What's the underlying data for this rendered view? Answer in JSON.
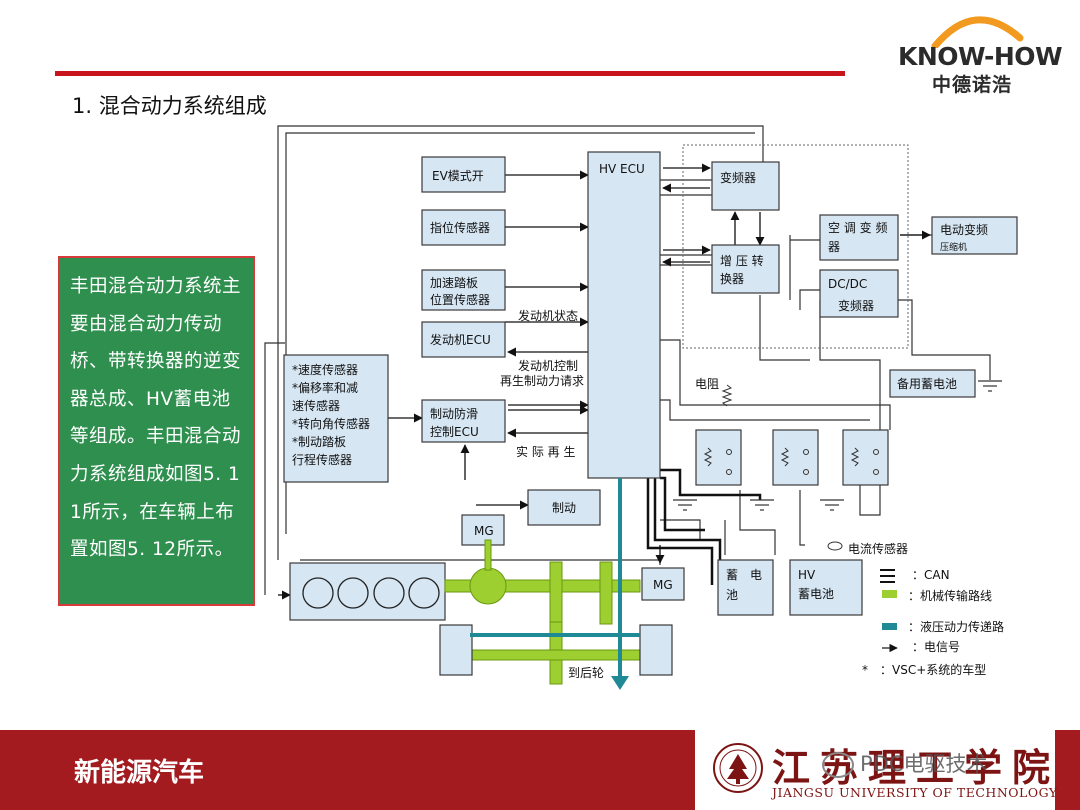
{
  "slide": {
    "title": "1. 混合动力系统组成",
    "footer_title": "新能源汽车"
  },
  "logo": {
    "name": "KNOW-HOW",
    "subtitle": "中德诺浩"
  },
  "university": {
    "name_cn": "江苏理工学院",
    "name_en": "JIANGSU UNIVERSITY OF TECHNOLOGY",
    "watermark": "PDC电驱技术"
  },
  "description": "丰田混合动力系统主要由混合动力传动桥、带转换器的逆变器总成、HV蓄电池等组成。丰田混合动力系统组成如图5. 11所示，在车辆上布置如图5. 12所示。",
  "diagram": {
    "boxes": {
      "ev_switch": "EV模式开",
      "shift_sensor": "指位传感器",
      "accel_sensor_l1": "加速踏板",
      "accel_sensor_l2": "位置传感器",
      "engine_ecu": "发动机ECU",
      "hv_ecu": "HV ECU",
      "inverter": "变频器",
      "boost_l1": "增 压 转",
      "boost_l2": "换器",
      "ac_inverter_l1": "空 调 变 频",
      "ac_inverter_l2": "器",
      "dcdc_l1": "DC/DC",
      "dcdc_l2": "变频器",
      "electric_inverter_l1": "电动变频",
      "electric_inverter_l2": "压缩机",
      "aux_battery": "备用蓄电池",
      "sensors": [
        "*速度传感器",
        "*偏移率和减",
        "速传感器",
        "*转向角传感器",
        "*制动踏板",
        "行程传感器"
      ],
      "brake_ecu_l1": "制动防滑",
      "brake_ecu_l2": "控制ECU",
      "brake": "制动",
      "mg1": "MG",
      "mg2": "MG",
      "battery_l1": "蓄　电",
      "battery_l2": "池",
      "hv_battery_l1": "HV",
      "hv_battery_l2": "蓄电池"
    },
    "labels": {
      "engine_state": "发动机状态",
      "engine_control": "发动机控制",
      "regen_request": "再生制动力请求",
      "actual_regen": "实 际 再 生",
      "resistor": "电阻",
      "current_sensor": "电流传感器",
      "to_rear": "到后轮"
    },
    "legend": {
      "can": "：CAN",
      "mech": "：机械传输路线",
      "hydraulic": "：液压动力传递路",
      "signal": "：电信号",
      "vsc_note": "*　：VSC+系统的车型"
    }
  }
}
